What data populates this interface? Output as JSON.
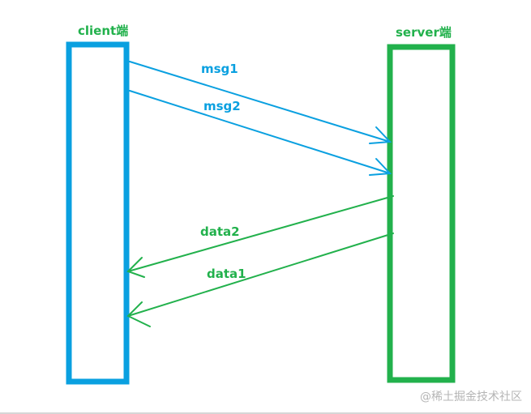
{
  "colors": {
    "client": "#0aa0e0",
    "server": "#22b14c",
    "watermark": "#b5b5b5",
    "background": "#ffffff"
  },
  "client": {
    "label": "client端"
  },
  "server": {
    "label": "server端"
  },
  "messages": [
    {
      "label": "msg1",
      "direction": "client-to-server"
    },
    {
      "label": "msg2",
      "direction": "client-to-server"
    }
  ],
  "responses": [
    {
      "label": "data2",
      "direction": "server-to-client"
    },
    {
      "label": "data1",
      "direction": "server-to-client"
    }
  ],
  "watermark": {
    "text": "@稀土掘金技术社区"
  }
}
